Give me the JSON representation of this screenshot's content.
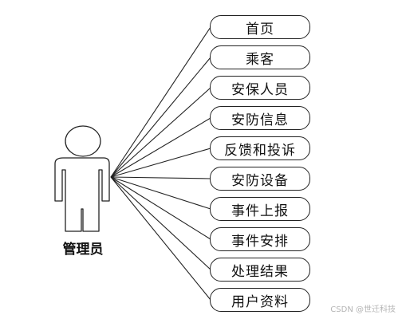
{
  "actor": {
    "label": "管理员"
  },
  "use_cases": [
    {
      "label": "首页"
    },
    {
      "label": "乘客"
    },
    {
      "label": "安保人员"
    },
    {
      "label": "安防信息"
    },
    {
      "label": "反馈和投诉"
    },
    {
      "label": "安防设备"
    },
    {
      "label": "事件上报"
    },
    {
      "label": "事件安排"
    },
    {
      "label": "处理结果"
    },
    {
      "label": "用户资料"
    }
  ],
  "watermark": "CSDN @世迁科技",
  "colors": {
    "stroke": "#222222",
    "text": "#111111",
    "watermark": "#b5b5b5"
  }
}
